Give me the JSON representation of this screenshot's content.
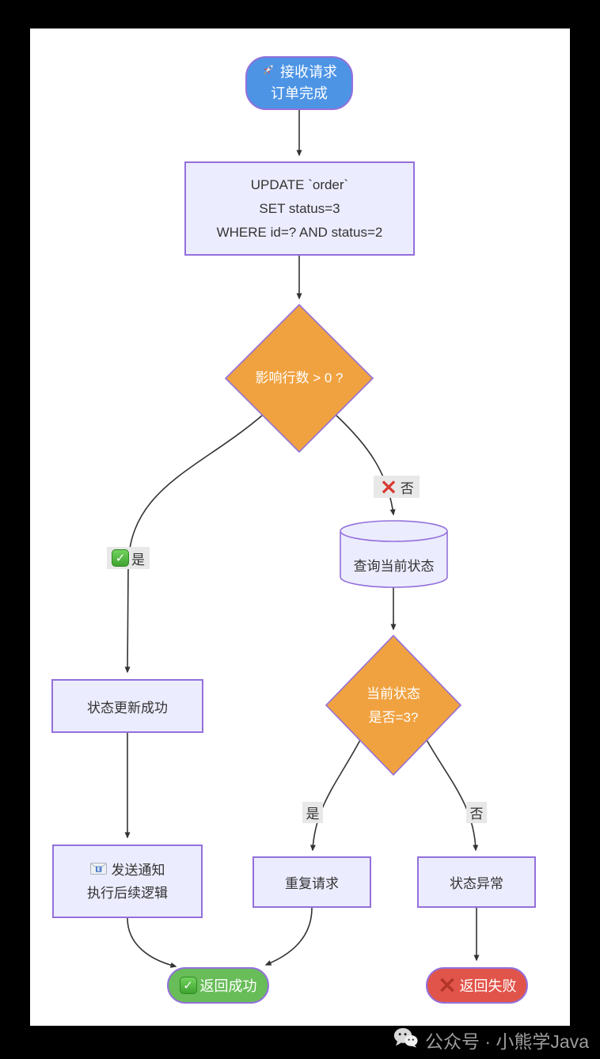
{
  "colors": {
    "background": "#000000",
    "canvas": "#FFFFFF",
    "node_border": "#9370DB",
    "node_fill": "#ECECFF",
    "start_fill": "#4D94E5",
    "decision_fill": "#F0A240",
    "success_fill": "#68BD59",
    "fail_fill": "#E1544A",
    "edge_stroke": "#333333",
    "edge_label_bg": "#E8E8E8",
    "watermark_text": "#9C9C9C"
  },
  "nodes": {
    "start": {
      "icon": "rocket-icon",
      "line1": "接收请求",
      "line2": "订单完成"
    },
    "update_sql": {
      "line1": "UPDATE `order`",
      "line2": "SET status=3",
      "line3": "WHERE id=? AND status=2"
    },
    "decision_affected_rows": {
      "label": "影响行数 > 0 ?"
    },
    "query_current_status": {
      "label": "查询当前状态"
    },
    "decision_current_status": {
      "line1": "当前状态",
      "line2": "是否=3?"
    },
    "status_updated": {
      "label": "状态更新成功"
    },
    "send_notify": {
      "icon": "envelope-icon",
      "line1": "发送通知",
      "line2": "执行后续逻辑"
    },
    "duplicate_request": {
      "label": "重复请求"
    },
    "status_abnormal": {
      "label": "状态异常"
    },
    "return_success": {
      "icon": "check-icon",
      "label": "返回成功"
    },
    "return_fail": {
      "icon": "cross-icon",
      "label": "返回失败"
    }
  },
  "edge_labels": {
    "yes1": {
      "icon": "check-icon",
      "text": "是"
    },
    "no1": {
      "icon": "cross-icon",
      "text": "否"
    },
    "yes2": {
      "text": "是"
    },
    "no2": {
      "text": "否"
    }
  },
  "watermark": {
    "icon": "wechat-icon",
    "text": "公众号 · 小熊学Java"
  }
}
